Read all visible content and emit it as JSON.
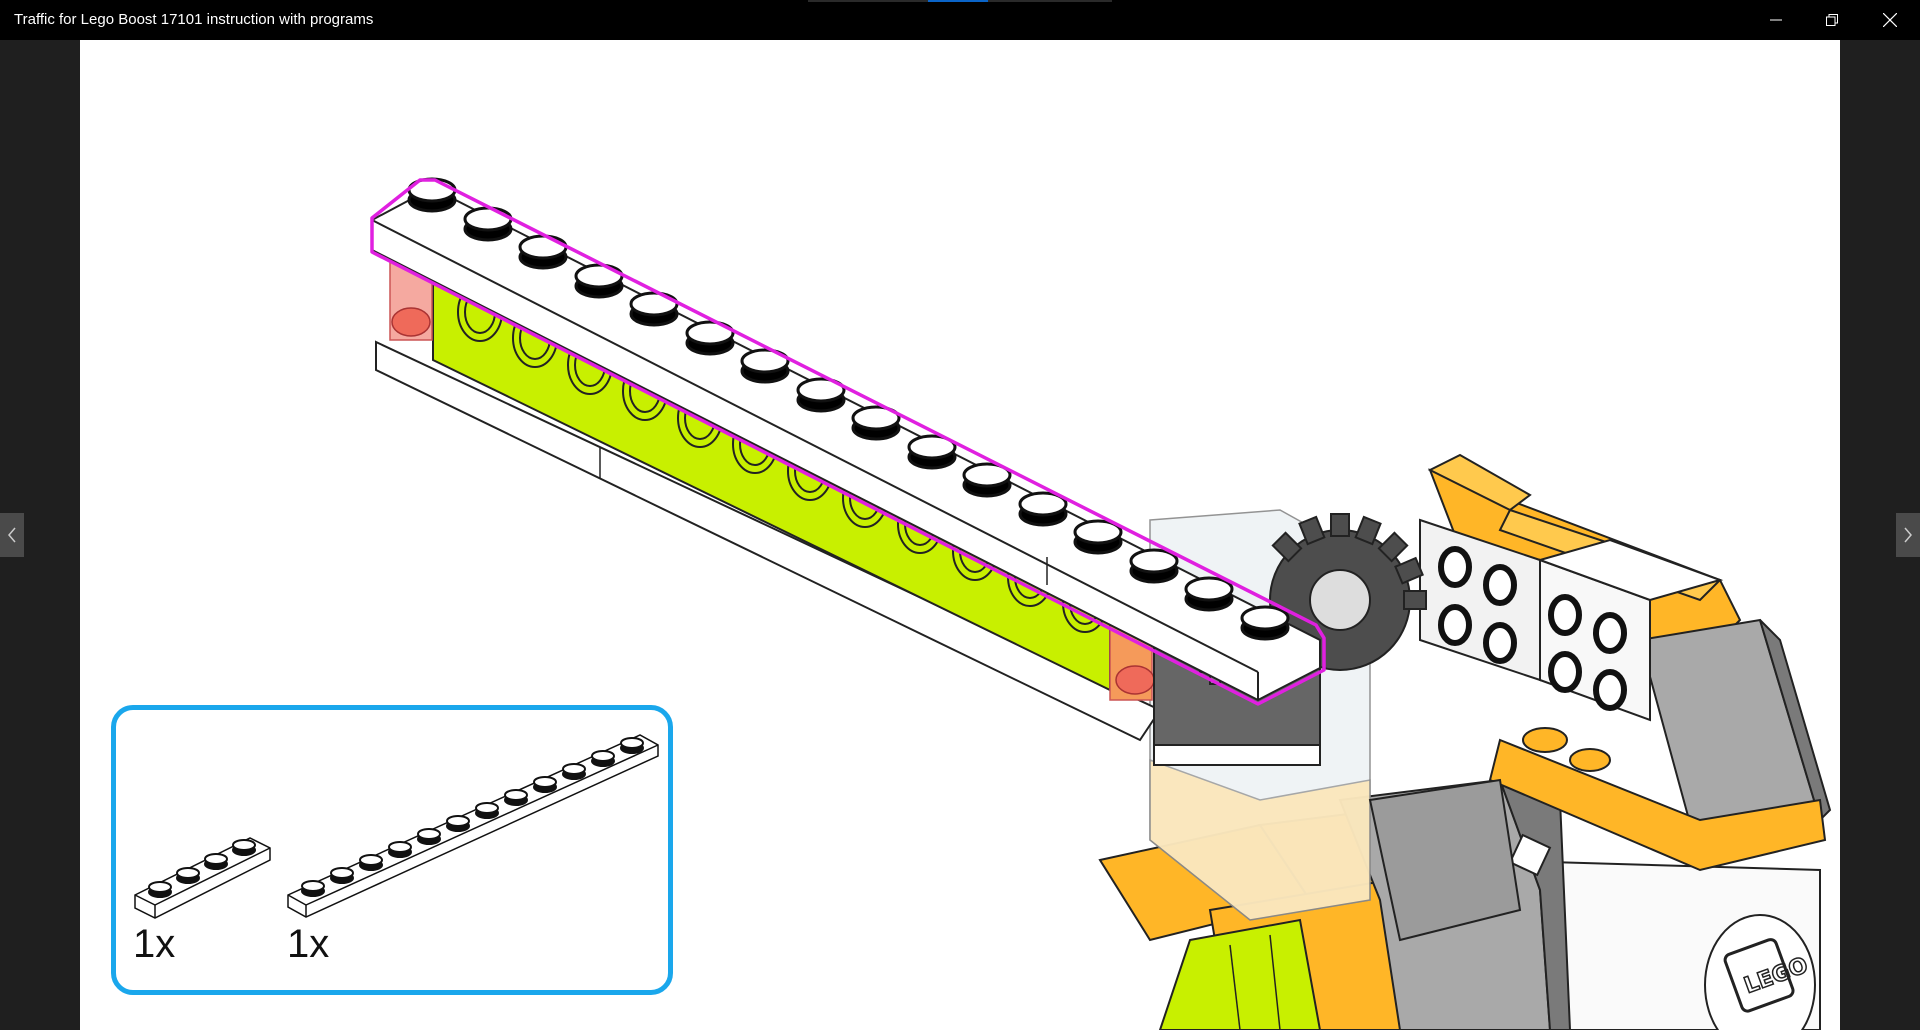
{
  "window": {
    "title": "Traffic for Lego Boost 17101 instruction with programs",
    "controls": [
      "minimize-icon",
      "restore-icon",
      "close-icon"
    ]
  },
  "viewer": {
    "nav_icons": [
      "chevron-left-icon",
      "chevron-right-icon"
    ]
  },
  "parts_list": {
    "border_color": "#1aa7ec",
    "items": [
      {
        "name": "plate 1x4",
        "quantity": "1x"
      },
      {
        "name": "plate 1x12",
        "quantity": "1x"
      }
    ]
  },
  "colors": {
    "highlight": "#e020e0",
    "lime": "#c8f000",
    "yellow_orange": "#ffb627",
    "gray": "#a9a9a9",
    "dark_gray": "#5a5a5a"
  }
}
